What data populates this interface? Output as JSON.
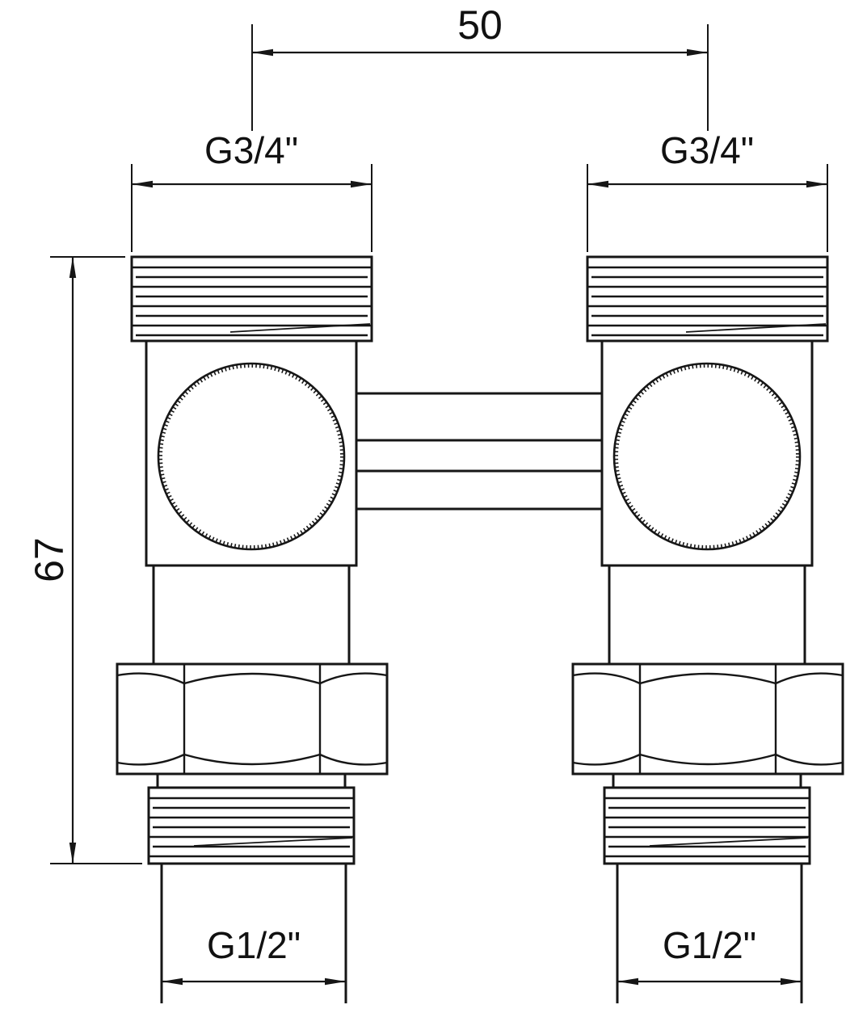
{
  "drawing": {
    "labels": {
      "port_spacing": "50",
      "overall_height": "67",
      "thread_top_left": "G3/4\"",
      "thread_top_right": "G3/4\"",
      "thread_bottom_left": "G1/2\"",
      "thread_bottom_right": "G1/2\""
    },
    "colors": {
      "line": "#161616",
      "background": "#ffffff"
    }
  }
}
